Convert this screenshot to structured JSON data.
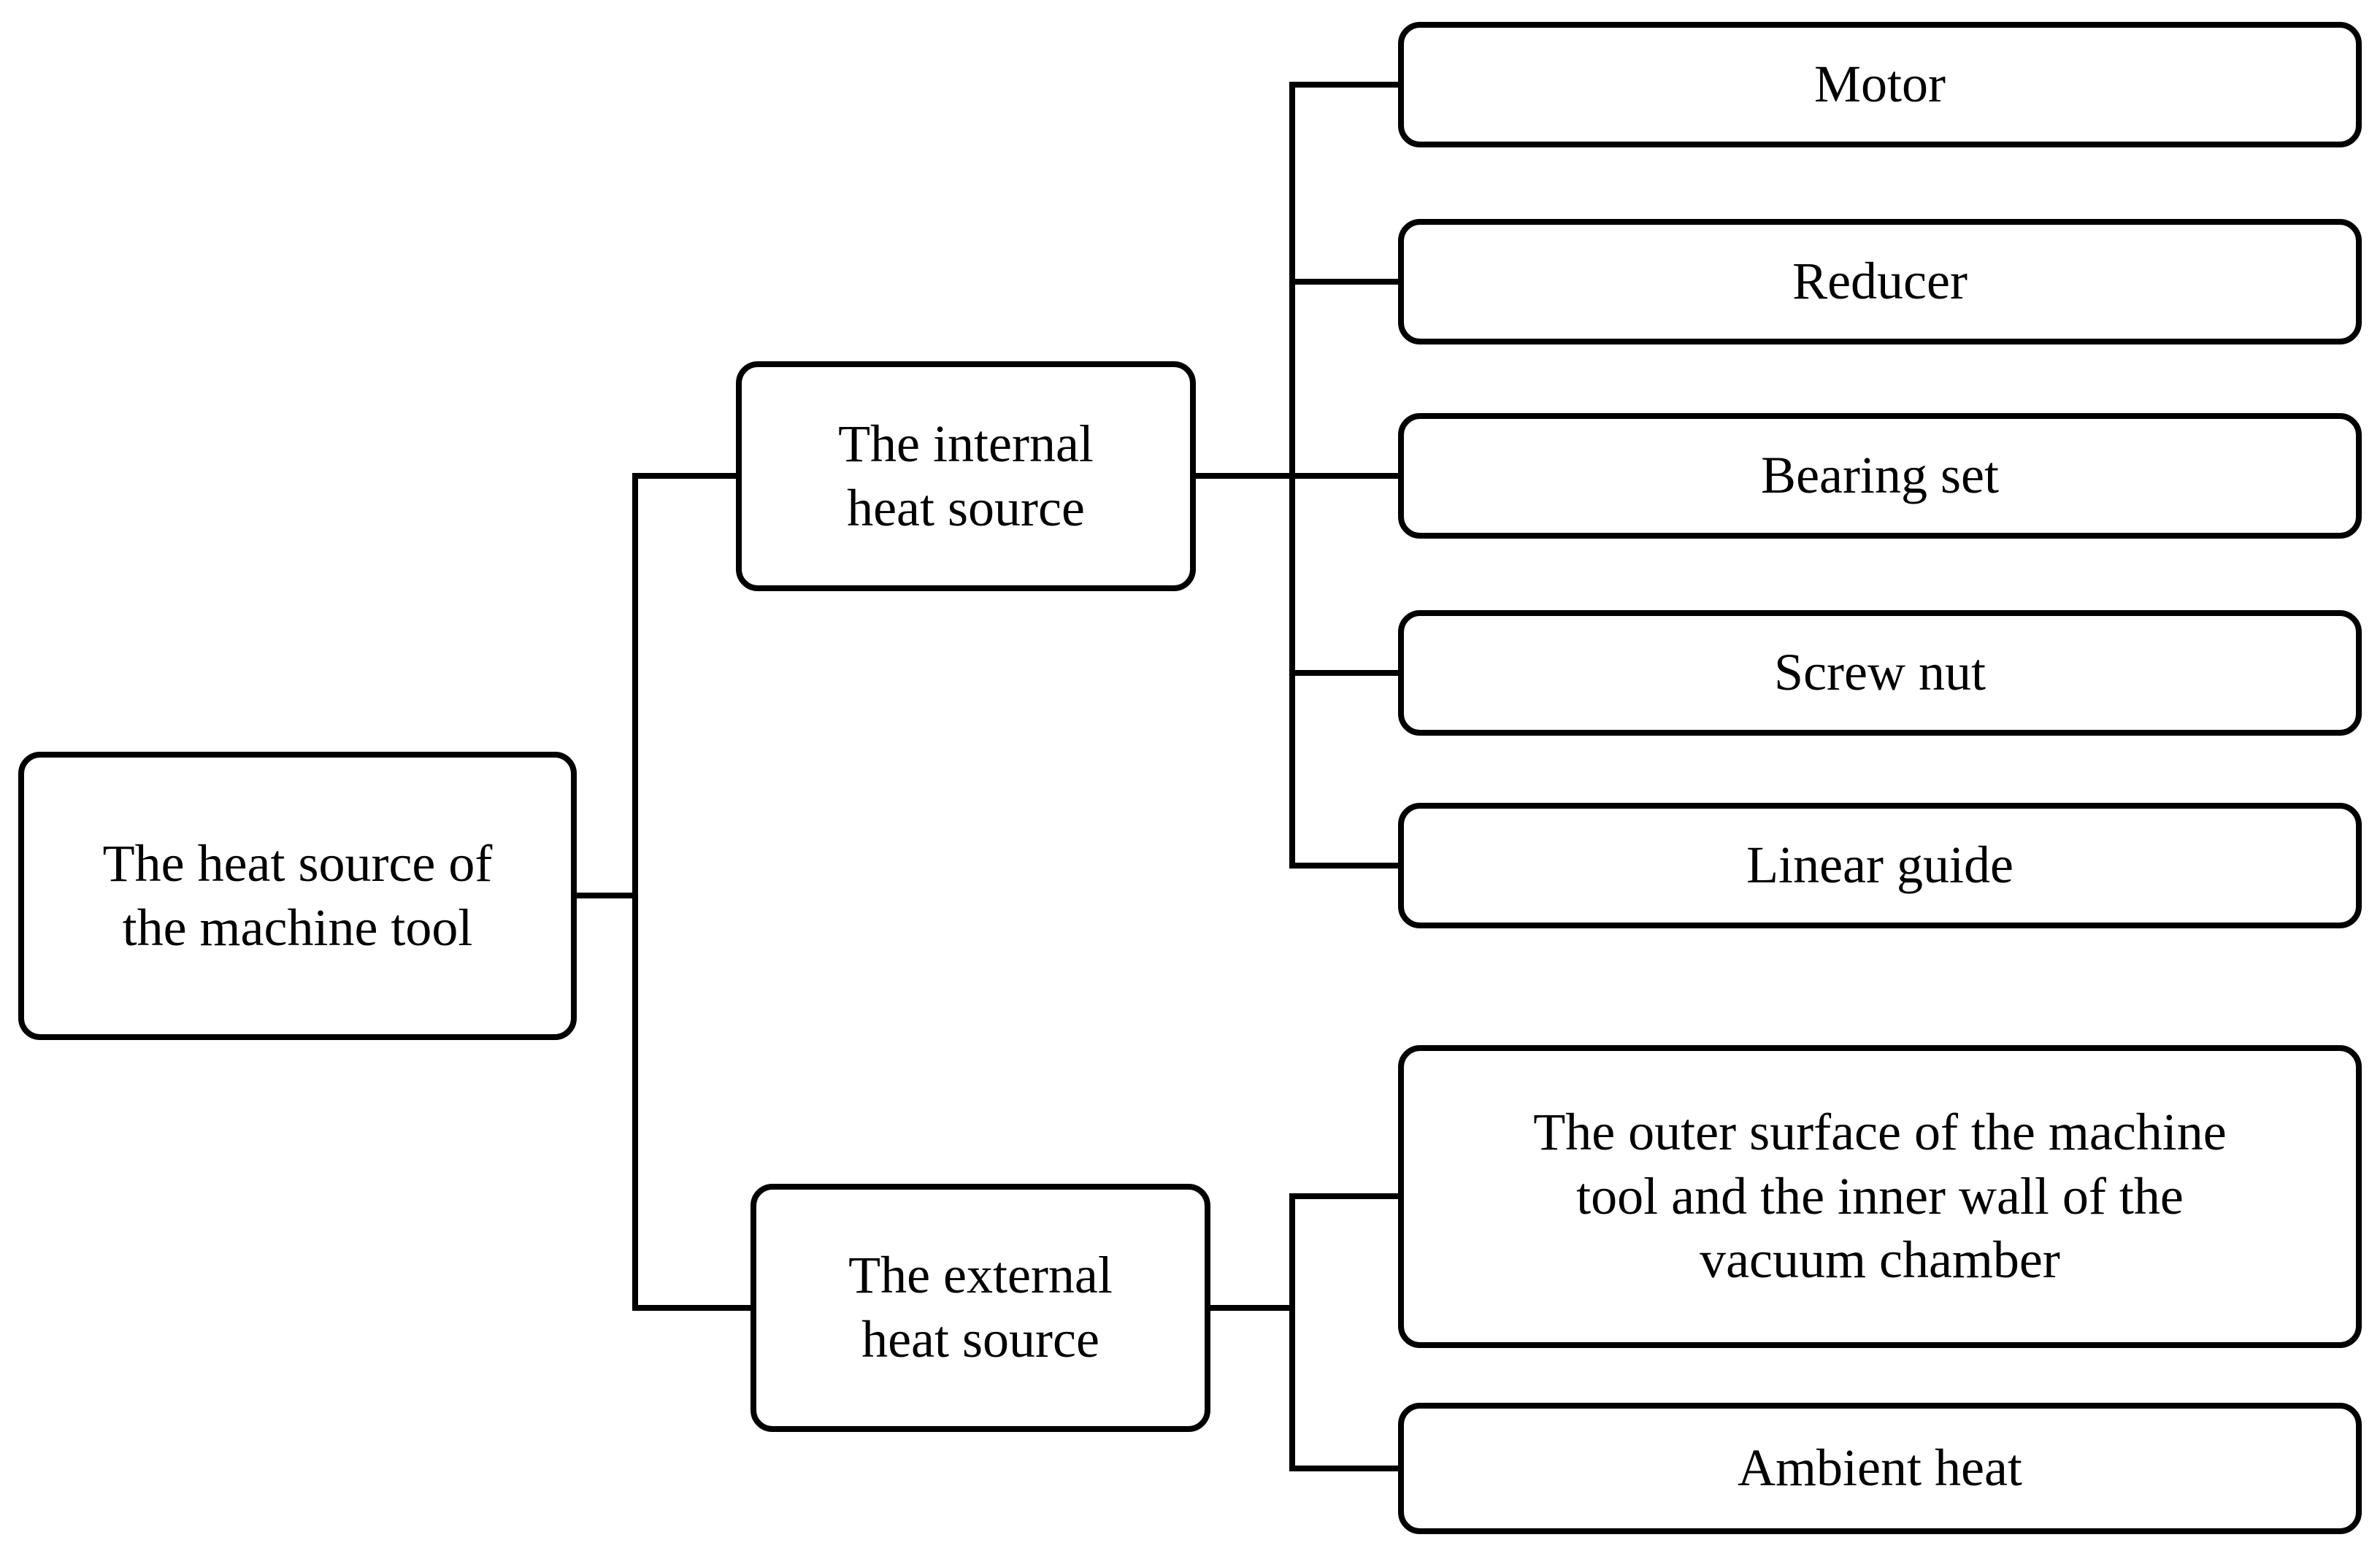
{
  "figure": {
    "background_color": "#ffffff",
    "line_color": "#000000",
    "text_color": "#000000",
    "nodes": {
      "root": {
        "label": "The heat source of\nthe machine tool"
      },
      "internal": {
        "label": "The internal\nheat source"
      },
      "external": {
        "label": "The external\nheat source"
      },
      "internal_children": [
        {
          "label": "Motor"
        },
        {
          "label": "Reducer"
        },
        {
          "label": "Bearing set"
        },
        {
          "label": "Screw nut"
        },
        {
          "label": "Linear guide"
        }
      ],
      "external_children": [
        {
          "label": "The outer surface of the machine\ntool and the inner wall of the\nvacuum chamber"
        },
        {
          "label": "Ambient heat"
        }
      ]
    }
  }
}
